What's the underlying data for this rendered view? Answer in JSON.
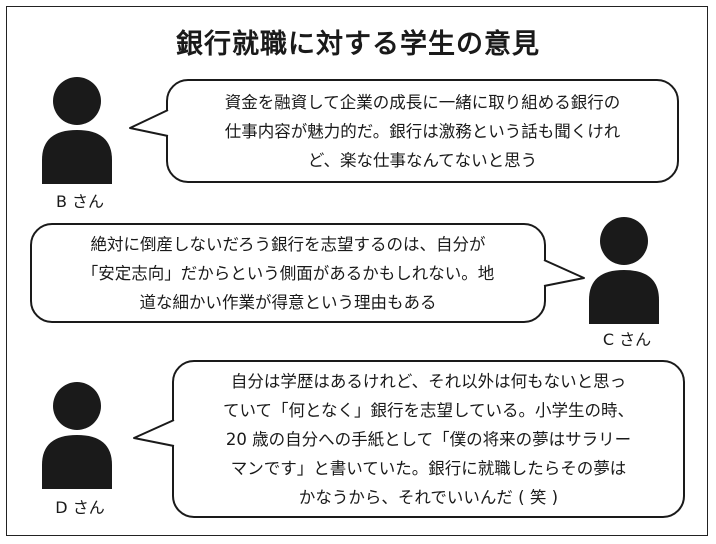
{
  "title": "銀行就職に対する学生の意見",
  "colors": {
    "ink": "#1a1a1a",
    "background": "#ffffff"
  },
  "icons": {
    "person": "person-silhouette-icon"
  },
  "opinions": [
    {
      "speaker": "B さん",
      "text": "資金を融資して企業の成長に一緒に取り組める銀行の\n仕事内容が魅力的だ。銀行は激務という話も聞くけれ\nど、楽な仕事なんてないと思う"
    },
    {
      "speaker": "C さん",
      "text": "絶対に倒産しないだろう銀行を志望するのは、自分が\n「安定志向」だからという側面があるかもしれない。地\n道な細かい作業が得意という理由もある"
    },
    {
      "speaker": "D さん",
      "text": "自分は学歴はあるけれど、それ以外は何もないと思っ\nていて「何となく」銀行を志望している。小学生の時、\n20 歳の自分への手紙として「僕の将来の夢はサラリー\nマンです」と書いていた。銀行に就職したらその夢は\nかなうから、それでいいんだ ( 笑 )"
    }
  ]
}
